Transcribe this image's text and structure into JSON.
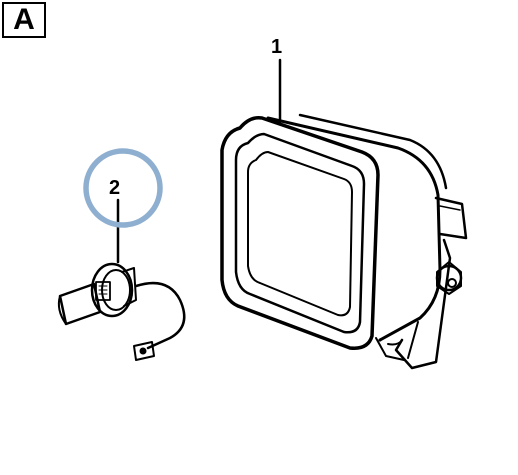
{
  "panel_label": "A",
  "callouts": [
    {
      "label": "1"
    },
    {
      "label": "2"
    }
  ],
  "highlight_color": "#8FAFD0",
  "icons": [
    "work-lamp-icon",
    "bulb-with-wire-icon"
  ]
}
